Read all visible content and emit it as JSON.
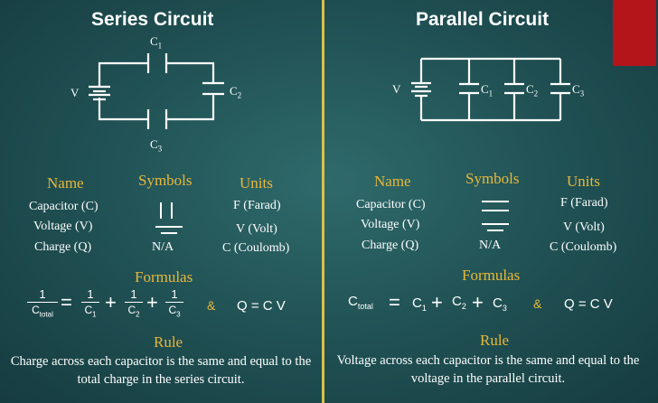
{
  "left": {
    "title": "Series Circuit",
    "diagram": {
      "c1": "C",
      "c1_sub": "1",
      "c2": "C",
      "c2_sub": "2",
      "c3": "C",
      "c3_sub": "3",
      "v": "V"
    },
    "headers": {
      "name": "Name",
      "symbols": "Symbols",
      "units": "Units"
    },
    "rows": [
      {
        "name": "Capacitor (C)",
        "unit": "F (Farad)"
      },
      {
        "name": "Voltage (V)",
        "unit": "V (Volt)"
      },
      {
        "name": "Charge (Q)",
        "symbol": "N/A",
        "unit": "C (Coulomb)"
      }
    ],
    "formulas_header": "Formulas",
    "formula": {
      "one": "1",
      "ctotal_c": "C",
      "ctotal_sub": "total",
      "eq": "=",
      "plus": "+",
      "c1": "C",
      "c1_sub": "1",
      "c2": "C",
      "c2_sub": "2",
      "c3": "C",
      "c3_sub": "3",
      "amp": "&",
      "qcv": "Q = C V"
    },
    "rule_header": "Rule",
    "rule_text": "Charge across each capacitor is the same and equal to the total charge in the series circuit."
  },
  "right": {
    "title": "Parallel Circuit",
    "diagram": {
      "v": "V",
      "c1": "C",
      "c1_sub": "1",
      "c2": "C",
      "c2_sub": "2",
      "c3": "C",
      "c3_sub": "3"
    },
    "headers": {
      "name": "Name",
      "symbols": "Symbols",
      "units": "Units"
    },
    "rows": [
      {
        "name": "Capacitor (C)",
        "unit": "F (Farad)"
      },
      {
        "name": "Voltage (V)",
        "unit": "V (Volt)"
      },
      {
        "name": "Charge (Q)",
        "symbol": "N/A",
        "unit": "C (Coulomb)"
      }
    ],
    "formulas_header": "Formulas",
    "formula": {
      "ctotal_c": "C",
      "ctotal_sub": "total",
      "eq": "=",
      "plus": "+",
      "c1": "C",
      "c1_sub": "1",
      "c2": "C",
      "c2_sub": "2",
      "c3": "C",
      "c3_sub": "3",
      "amp": "&",
      "qcv": "Q = C V"
    },
    "rule_header": "Rule",
    "rule_text": "Voltage across each capacitor is the same and equal to the voltage in the parallel circuit."
  },
  "colors": {
    "accent": "#e8b83a",
    "divider": "#d7c24a",
    "red_tab": "#b3151b",
    "background": "#1f4f52"
  }
}
